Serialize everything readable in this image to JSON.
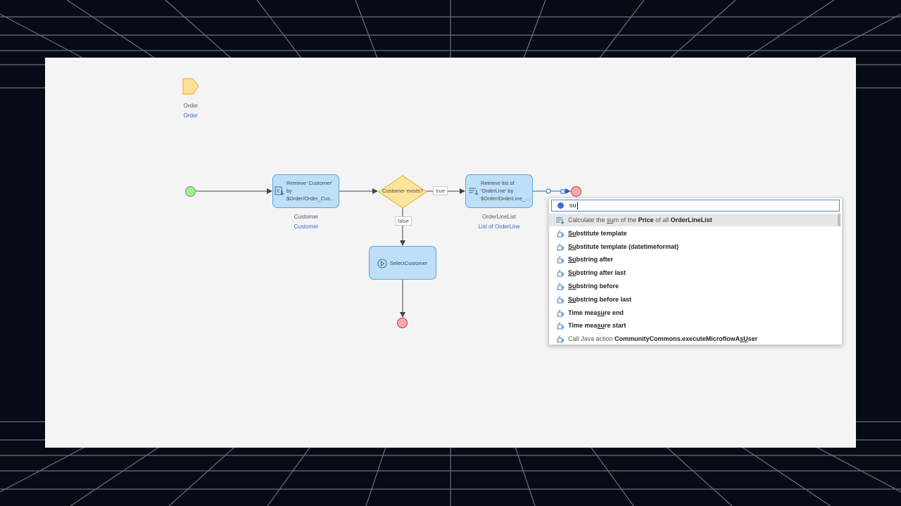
{
  "parameter": {
    "name": "Order",
    "type": "Order"
  },
  "activities": {
    "retrieve_customer": {
      "line1": "Retrieve 'Customer'",
      "line2": "by",
      "line3": "$Order/Order_Cus...",
      "output_name": "Customer",
      "output_type": "Customer"
    },
    "decision": {
      "label": "Customer exists?"
    },
    "retrieve_orderlines": {
      "line1": "Retrieve list of",
      "line2": "'OrderLine' by",
      "line3": "$Order/OrderLine_...",
      "output_name": "OrderLineList",
      "output_type": "List of OrderLine"
    },
    "select_customer": {
      "label": "SelectCustomer"
    }
  },
  "flow_labels": {
    "true": "true",
    "false": "false"
  },
  "search": {
    "value": "su"
  },
  "suggestions": [
    {
      "parts": [
        [
          "n",
          "Calculate the "
        ],
        [
          "u",
          "su"
        ],
        [
          "n",
          "m of the "
        ],
        [
          "b",
          "Price"
        ],
        [
          "n",
          " of all "
        ],
        [
          "b",
          "OrderLineList"
        ]
      ],
      "icon": "aggregate-list-icon",
      "selected": true
    },
    {
      "parts": [
        [
          "bu",
          "Su"
        ],
        [
          "b",
          "bstitute template"
        ]
      ],
      "icon": "java-action-icon"
    },
    {
      "parts": [
        [
          "bu",
          "Su"
        ],
        [
          "b",
          "bstitute template (datetimeformat)"
        ]
      ],
      "icon": "java-action-icon"
    },
    {
      "parts": [
        [
          "bu",
          "Su"
        ],
        [
          "b",
          "bstring after"
        ]
      ],
      "icon": "java-action-icon"
    },
    {
      "parts": [
        [
          "bu",
          "Su"
        ],
        [
          "b",
          "bstring after last"
        ]
      ],
      "icon": "java-action-icon"
    },
    {
      "parts": [
        [
          "bu",
          "Su"
        ],
        [
          "b",
          "bstring before"
        ]
      ],
      "icon": "java-action-icon"
    },
    {
      "parts": [
        [
          "bu",
          "Su"
        ],
        [
          "b",
          "bstring before last"
        ]
      ],
      "icon": "java-action-icon"
    },
    {
      "parts": [
        [
          "b",
          "Time mea"
        ],
        [
          "bu",
          "su"
        ],
        [
          "b",
          "re end"
        ]
      ],
      "icon": "java-action-icon"
    },
    {
      "parts": [
        [
          "b",
          "Time mea"
        ],
        [
          "bu",
          "su"
        ],
        [
          "b",
          "re start"
        ]
      ],
      "icon": "java-action-icon"
    },
    {
      "parts": [
        [
          "n",
          "Call Java action "
        ],
        [
          "b",
          "CommunityCommons.executeMicroflowA"
        ],
        [
          "bu",
          "sU"
        ],
        [
          "b",
          "ser"
        ]
      ],
      "icon": "java-action-icon"
    }
  ]
}
